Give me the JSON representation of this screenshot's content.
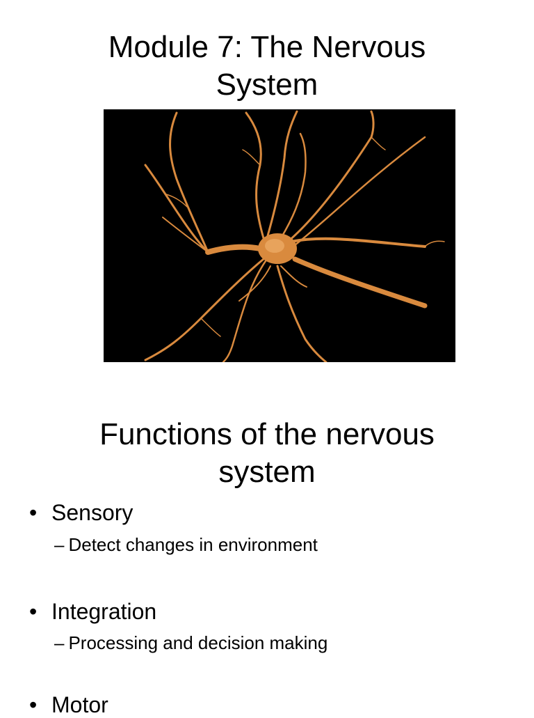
{
  "title1": {
    "line1": "Module 7: The Nervous",
    "line2": "System"
  },
  "image": {
    "icon": "neuron-image",
    "background": "#000000",
    "color": "#d98a3e"
  },
  "title2": {
    "line1": "Functions of the nervous",
    "line2": "system"
  },
  "bullets": [
    {
      "label": "Sensory",
      "sub": "Detect changes in environment"
    },
    {
      "label": "Integration",
      "sub": "Processing and decision making"
    },
    {
      "label": "Motor"
    }
  ],
  "symbols": {
    "bullet": "•",
    "dash": "–"
  }
}
